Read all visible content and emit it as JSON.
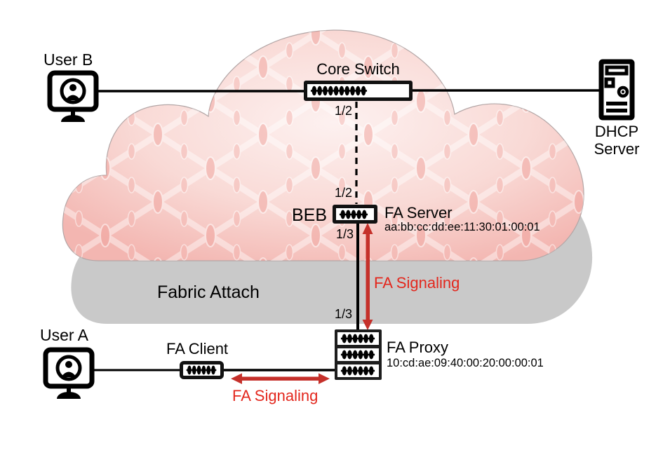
{
  "cloud": {
    "label": "Fabric Attach"
  },
  "nodes": {
    "user_b": {
      "label": "User B"
    },
    "core_switch": {
      "label": "Core Switch"
    },
    "dhcp_server": {
      "label_line1": "DHCP",
      "label_line2": "Server"
    },
    "beb": {
      "label": "BEB",
      "role_label": "FA Server",
      "mac": "aa:bb:cc:dd:ee:11:30:01:00:01"
    },
    "user_a": {
      "label": "User A"
    },
    "fa_client": {
      "label": "FA Client"
    },
    "fa_proxy": {
      "label": "FA Proxy",
      "mac": "10:cd:ae:09:40:00:20:00:00:01"
    }
  },
  "ports": {
    "core_switch_downlink": "1/2",
    "beb_uplink": "1/2",
    "beb_downlink": "1/3",
    "fa_proxy_uplink": "1/3"
  },
  "signaling": {
    "vertical_label": "FA Signaling",
    "horizontal_label": "FA Signaling"
  },
  "colors": {
    "signal_text_red": "#e3271d",
    "signal_arrow_red": "#c5302a",
    "cloud_pink_light": "#fdf1f0",
    "cloud_pink_dark": "#f3b6b1",
    "cloud_oval_pink": "#efa29c",
    "shadow_grey": "#c9c9c9",
    "line_black": "#000000"
  }
}
